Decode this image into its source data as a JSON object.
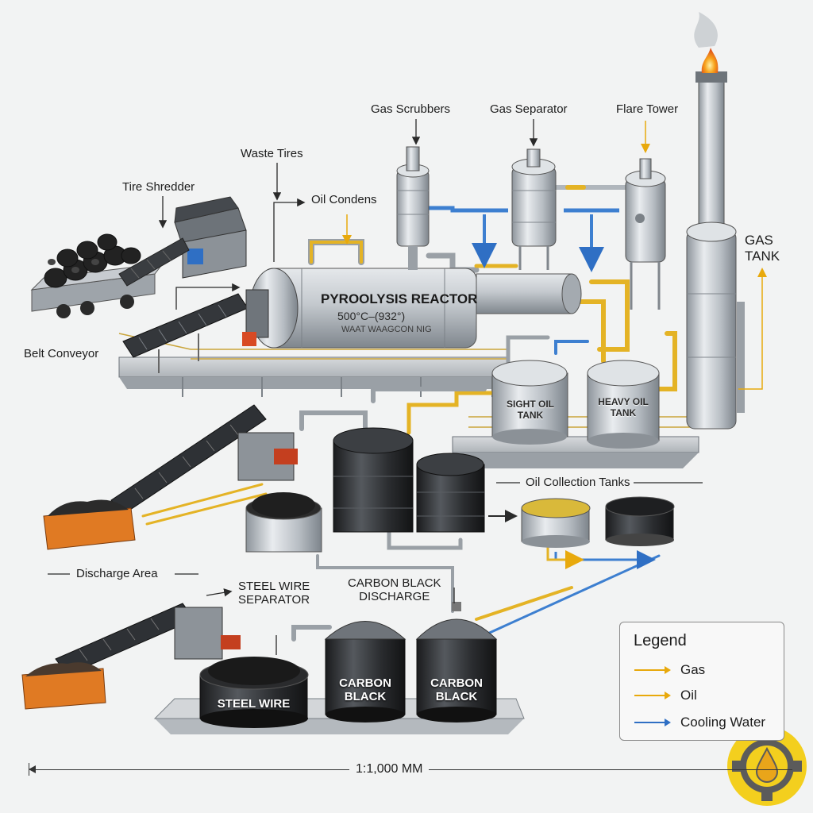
{
  "labels": {
    "tire_shredder": "Tire Shredder",
    "waste_tires": "Waste Tires",
    "oil_condens": "Oil Condens",
    "gas_scrubbers": "Gas Scrubbers",
    "gas_separator": "Gas Separator",
    "flare_tower": "Flare Tower",
    "gas_tank": "GAS\nTANK",
    "belt_conveyor": "Belt Conveyor",
    "reactor_title": "PYROOLYSIS REACTOR",
    "reactor_temp": "500°C–(932°)",
    "reactor_sub": "WAAT WAAGCON NIG",
    "sight_oil_tank": "SIGHT OIL\nTANK",
    "heavy_oil_tank": "HEAVY OIL\nTANK",
    "oil_collection_tanks": "Oil Collection Tanks",
    "discharge_area": "Discharge Area",
    "steel_wire_separator": "STEEL WIRE\nSEPARATOR",
    "carbon_black_discharge": "CARBON BLACK\nDISCHARGE",
    "steel_wire": "STEEL WIRE",
    "carbon_black_1": "CARBON\nBLACK",
    "carbon_black_2": "CARBON\nBLACK"
  },
  "legend": {
    "title": "Legend",
    "items": [
      {
        "label": "Gas",
        "color": "#e8a90c"
      },
      {
        "label": "Oil",
        "color": "#e8a90c"
      },
      {
        "label": "Cooling Water",
        "color": "#2f6fc4"
      }
    ]
  },
  "scale": "1:1,000 MM",
  "colors": {
    "gas_pipe": "#e8b21a",
    "water_pipe": "#3d7fd0",
    "steel": "#b9bec4",
    "dark_tank": "#2b2d30",
    "logo_yellow": "#f3cf1e"
  }
}
